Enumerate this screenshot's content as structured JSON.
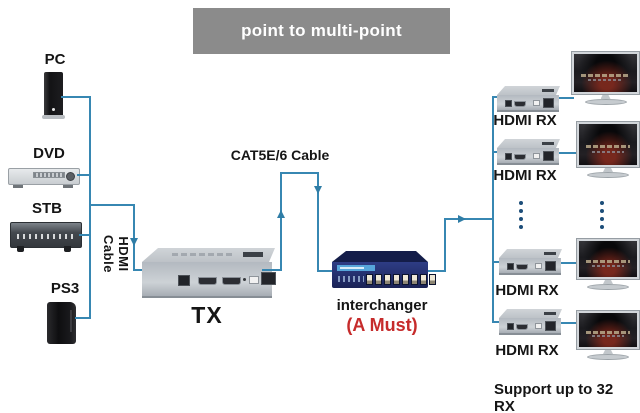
{
  "title": {
    "label": "point to multi-point"
  },
  "sources": {
    "pc": "PC",
    "dvd": "DVD",
    "stb": "STB",
    "ps3": "PS3"
  },
  "cables": {
    "hdmi_label": "HDMI Cable",
    "cat5_label": "CAT5E/6 Cable"
  },
  "tx_label": "TX",
  "interchanger": {
    "label": "interchanger",
    "note": "(A Must)"
  },
  "rx_labels": {
    "rx1": "HDMI RX",
    "rx2": "HDMI RX",
    "rx3": "HDMI RX",
    "rx4": "HDMI RX"
  },
  "footer_label": "Support up to 32 RX",
  "colors": {
    "line": "#3787b2",
    "title_bg": "#8b8b8b",
    "title_fg": "#ffffff",
    "note_red": "#c62b2b",
    "switch_navy": "#233173",
    "switch_strip_blue": "#56a5da"
  }
}
